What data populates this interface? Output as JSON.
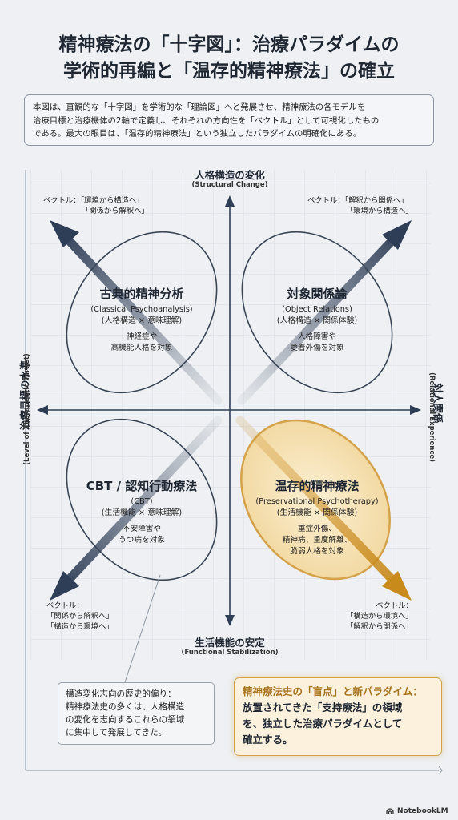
{
  "title_lines": [
    "精神療法の「十字図」：治療パラダイムの",
    "学術的再編と「温存的精神療法」の確立"
  ],
  "intro_lines": [
    "本図は、直観的な「十字図」を学術的な「理論図」へと発展させ、精神療法の各モデルを",
    "治療目標と治療機体の2軸で定義し、それぞれの方向性を「ベクトル」として可視化したもの",
    "である。最大の眼目は、「温存的精神療法」という独立したパラダイムの明確化にある。"
  ],
  "axes": {
    "top": {
      "label": "人格構造の変化",
      "sub": "(Structural Change)"
    },
    "bottom": {
      "label": "生活機能の安定",
      "sub": "(Functional Stabilization)"
    },
    "left": {
      "label": "治療目標の水準",
      "sub": "(Level of Therapeutic Target)"
    },
    "right": {
      "label": "対人関係",
      "sub": "(Relational Experience)"
    }
  },
  "vectors": {
    "top_left": [
      "ベクトル：「環境から構造へ」",
      "「関係から解釈へ」"
    ],
    "top_right": [
      "ベクトル：「解釈から関係へ」",
      "「環境から構造へ」"
    ],
    "bottom_left": [
      "ベクトル：",
      "「関係から解釈へ」",
      "「構造から環境へ」"
    ],
    "bottom_right": [
      "ベクトル：",
      "「構造から環境へ」",
      "「解釈から関係へ」"
    ]
  },
  "quadrants": {
    "classical": {
      "title": "古典的精神分析",
      "en": "(Classical Psychoanalysis)",
      "axes": "(人格構造 × 意味理解)",
      "targets": [
        "神経症や",
        "高機能人格を対象"
      ]
    },
    "object": {
      "title": "対象関係論",
      "en": "(Object Relations)",
      "axes": "(人格構造 × 関係体験)",
      "targets": [
        "人格障害や",
        "愛着外傷を対象"
      ]
    },
    "cbt": {
      "title": "CBT / 認知行動療法",
      "en": "(CBT)",
      "axes": "(生活機能 × 意味理解)",
      "targets": [
        "不安障害や",
        "うつ病を対象"
      ]
    },
    "preservational": {
      "title": "温存的精神療法",
      "en": "(Preservational Psychotherapy)",
      "axes": "(生活機能 × 関係体験)",
      "targets": [
        "重症外傷、",
        "精神病、重度解離、",
        "脆弱人格を対象"
      ]
    }
  },
  "callout_left_lines": [
    "構造変化志向の歴史的偏り：",
    "精神療法史の多くは、人格構造",
    "の変化を志向するこれらの領域",
    "に集中して発展してきた。"
  ],
  "callout_right": {
    "heading": "精神療法史の「盲点」と新パラダイム：",
    "body_lines": [
      "放置されてきた「支持療法」の領域",
      "を、独立した治療パラダイムとして",
      "確立する。"
    ]
  },
  "brand": "NotebookLM",
  "colors": {
    "arrow": "#2f3e57",
    "accent": "#c98a1c",
    "highlight_fill": "#f6e3b4"
  },
  "icons": [
    "brand-logo-icon"
  ]
}
